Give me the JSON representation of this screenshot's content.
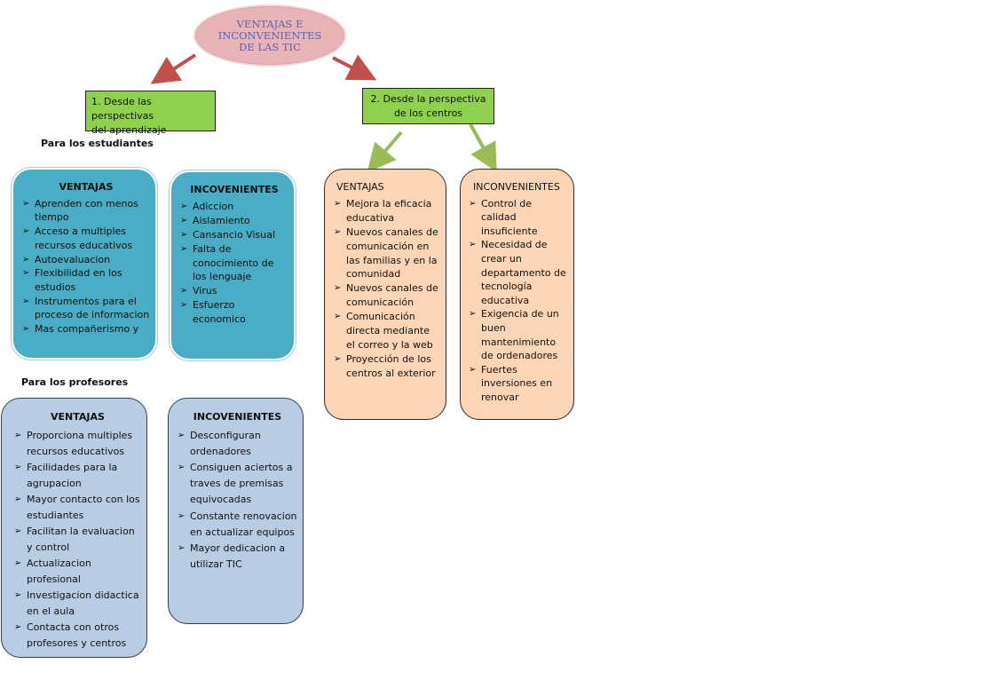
{
  "title": "VENTAJAS E\nINCONVENIENTES\nDE LAS TIC",
  "perspective_1": "1. Desde las perspectivas\n    del aprendizaje",
  "perspective_2": "2. Desde la perspectiva\nde los centros",
  "students_caption": "Para los estudiantes",
  "teachers_caption": "Para los profesores",
  "students": {
    "ventajas": {
      "header": "VENTAJAS",
      "items": [
        "Aprenden con menos tiempo",
        "Acceso a multiples recursos educativos",
        "Autoevaluacion",
        "Flexibilidad en los estudios",
        "Instrumentos  para el proceso de informacion",
        "Mas compañerismo y"
      ]
    },
    "inconvenientes": {
      "header": "INCOVENIENTES",
      "items": [
        "Adiccion",
        "Aislamiento",
        "Cansancio Visual",
        "Falta de conocimiento de los lenguaje",
        "Virus",
        "Esfuerzo economico"
      ]
    }
  },
  "teachers": {
    "ventajas": {
      "header": "VENTAJAS",
      "items": [
        " Proporciona multiples recursos educativos",
        " Facilidades para la agrupacion",
        " Mayor contacto con los estudiantes",
        " Facilitan la evaluacion y control",
        " Actualizacion profesional",
        " Investigacion didactica en el aula",
        " Contacta con otros profesores y  centros"
      ]
    },
    "inconvenientes": {
      "header": "INCOVENIENTES",
      "items": [
        "Desconfiguran ordenadores",
        "Consiguen aciertos a traves de premisas equivocadas",
        "Constante renovacion  en actualizar equipos",
        "Mayor dedicacion a utilizar TIC"
      ]
    }
  },
  "centers": {
    "ventajas": {
      "header": "VENTAJAS",
      "items": [
        "Mejora la eficacia educativa",
        "Nuevos canales de comunicación en las familias y en la comunidad",
        "Nuevos canales de comunicación",
        "Comunicación directa  mediante el correo y la web",
        "Proyección de los centros al exterior"
      ]
    },
    "inconvenientes": {
      "header": "INCONVENIENTES",
      "items": [
        "Control de calidad insuficiente",
        "Necesidad de crear  un departamento de tecnología educativa",
        "Exigencia de un buen mantenimiento de ordenadores",
        "Fuertes inversiones en renovar"
      ]
    }
  },
  "bullet_glyph": "➢",
  "colors": {
    "title_fill": "#e8b4b8",
    "title_text": "#5b5fb4",
    "perspective_fill": "#8fd14f",
    "students_fill": "#4bacc6",
    "teachers_fill": "#b8cce4",
    "centers_fill": "#fbd5b5",
    "red_arrow": "#c0504d",
    "green_arrow": "#9bbb59"
  }
}
